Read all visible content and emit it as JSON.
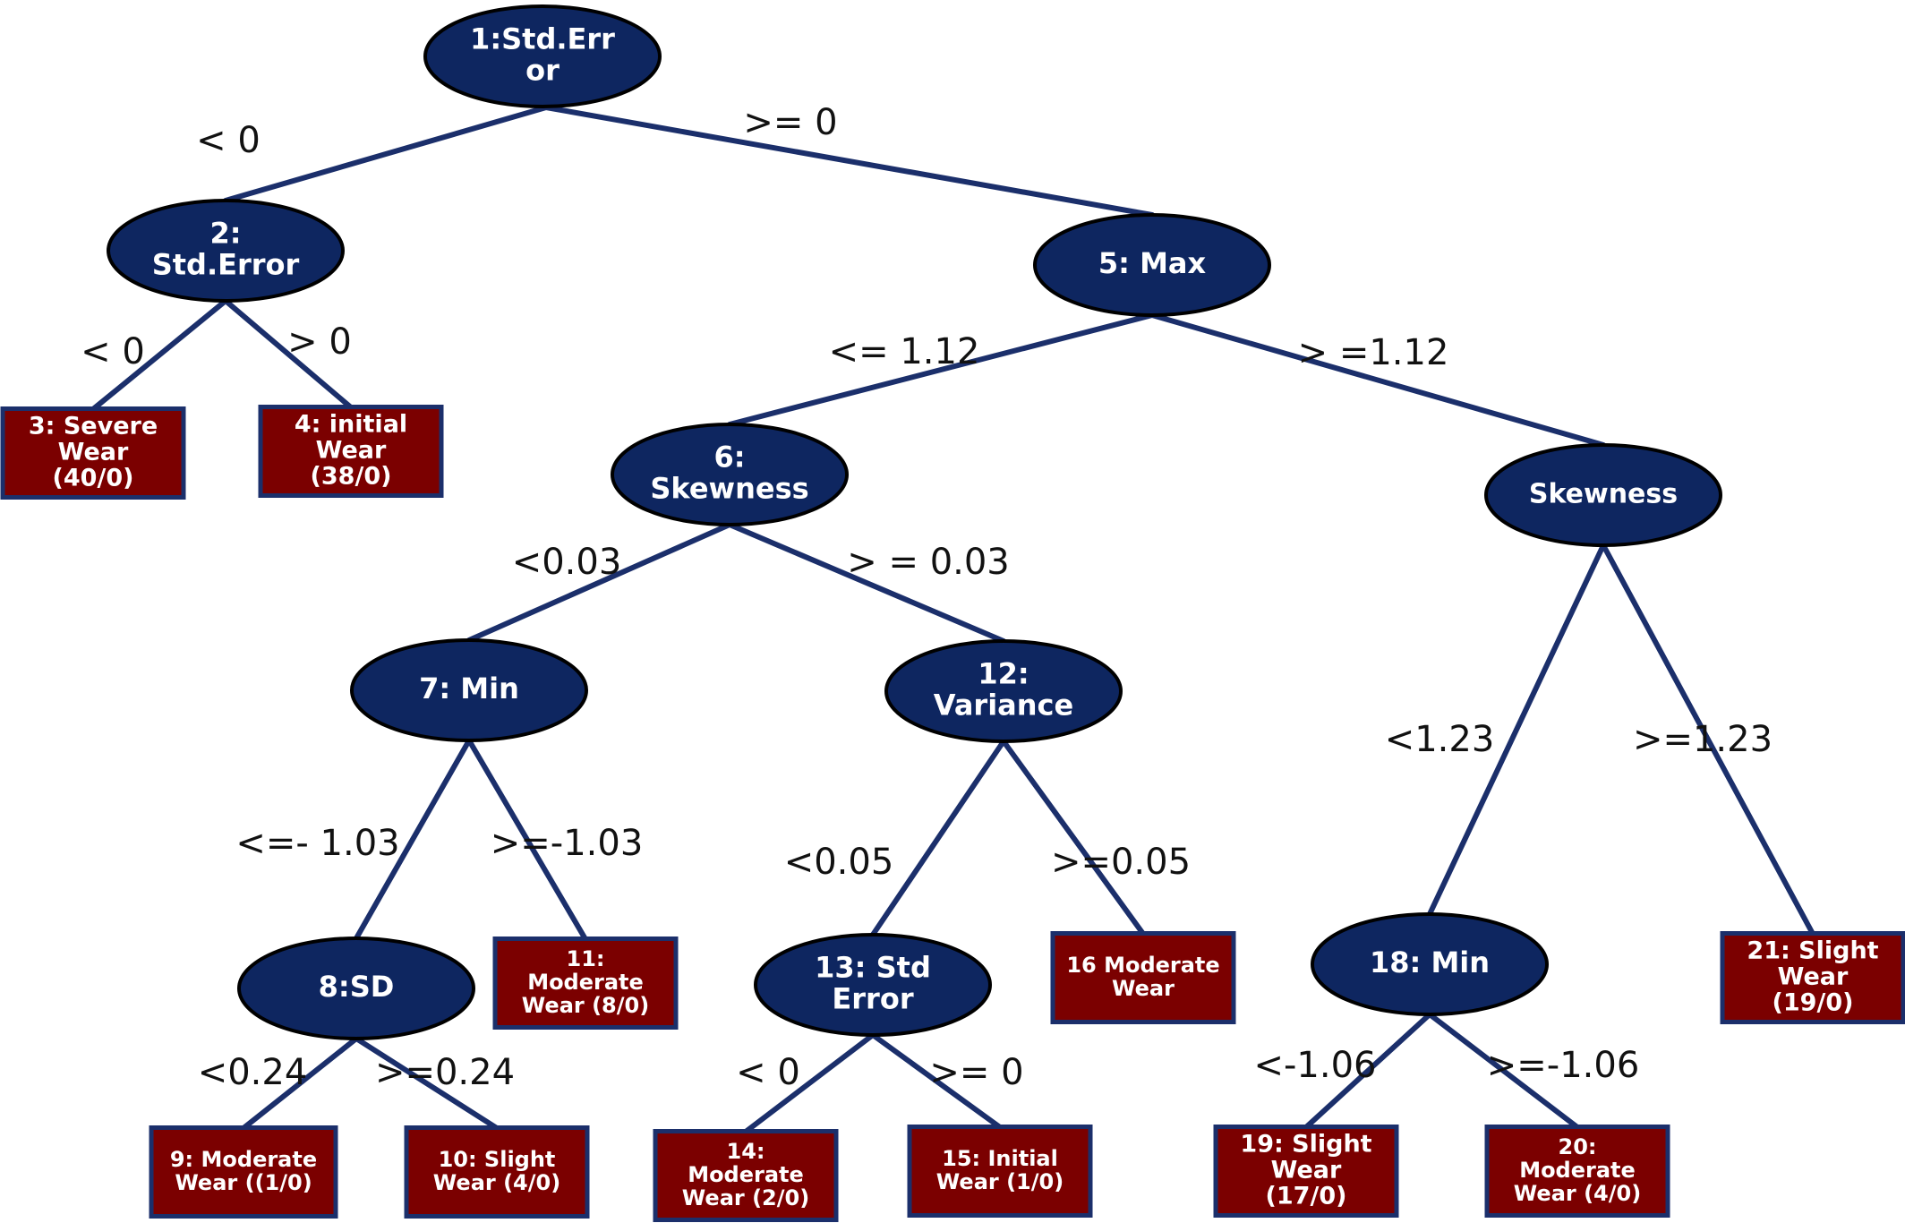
{
  "colors": {
    "internal_node": "#0e2660",
    "leaf_node": "#7b0000",
    "edge": "#1b2f6b",
    "label_text": "#111111",
    "node_text": "#ffffff"
  },
  "nodes": {
    "n1": [
      "1:Std.Err",
      "or"
    ],
    "n2": [
      "2:",
      "Std.Error"
    ],
    "n3": [
      "3: Severe",
      "Wear",
      "(40/0)"
    ],
    "n4": [
      "4: initial",
      "Wear",
      "(38/0)"
    ],
    "n5": [
      "5: Max"
    ],
    "n6": [
      "6:",
      "Skewness"
    ],
    "nskew": [
      "Skewness"
    ],
    "n7": [
      "7: Min"
    ],
    "n8": [
      "8:SD"
    ],
    "n9": [
      "9: Moderate",
      "Wear ((1/0)"
    ],
    "n10": [
      "10: Slight",
      "Wear (4/0)"
    ],
    "n11": [
      "11:",
      "Moderate",
      "Wear (8/0)"
    ],
    "n12": [
      "12:",
      "Variance"
    ],
    "n13": [
      "13: Std",
      "Error"
    ],
    "n14": [
      "14:",
      "Moderate",
      "Wear (2/0)"
    ],
    "n15": [
      "15: Initial",
      "Wear (1/0)"
    ],
    "n16": [
      "16 Moderate",
      "Wear"
    ],
    "n18": [
      "18: Min"
    ],
    "n19": [
      "19: Slight",
      "Wear",
      "(17/0)"
    ],
    "n20": [
      "20:",
      "Moderate",
      "Wear (4/0)"
    ],
    "n21": [
      "21: Slight",
      "Wear",
      "(19/0)"
    ]
  },
  "edges": {
    "e1_2": "< 0",
    "e1_5": ">= 0",
    "e2_3": "< 0",
    "e2_4": "> 0",
    "e5_6": "<= 1.12",
    "e5_skew": "> =1.12",
    "e6_7": "<0.03",
    "e6_12": "> = 0.03",
    "e7_8": "<=- 1.03",
    "e7_11": ">=-1.03",
    "e8_9": "<0.24",
    "e8_10": ">=0.24",
    "e12_13": "<0.05",
    "e12_16": ">=0.05",
    "e13_14": "< 0",
    "e13_15": ">= 0",
    "eskew_18": "<1.23",
    "eskew_21": ">=1.23",
    "e18_19": "<-1.06",
    "e18_20": ">=-1.06"
  }
}
